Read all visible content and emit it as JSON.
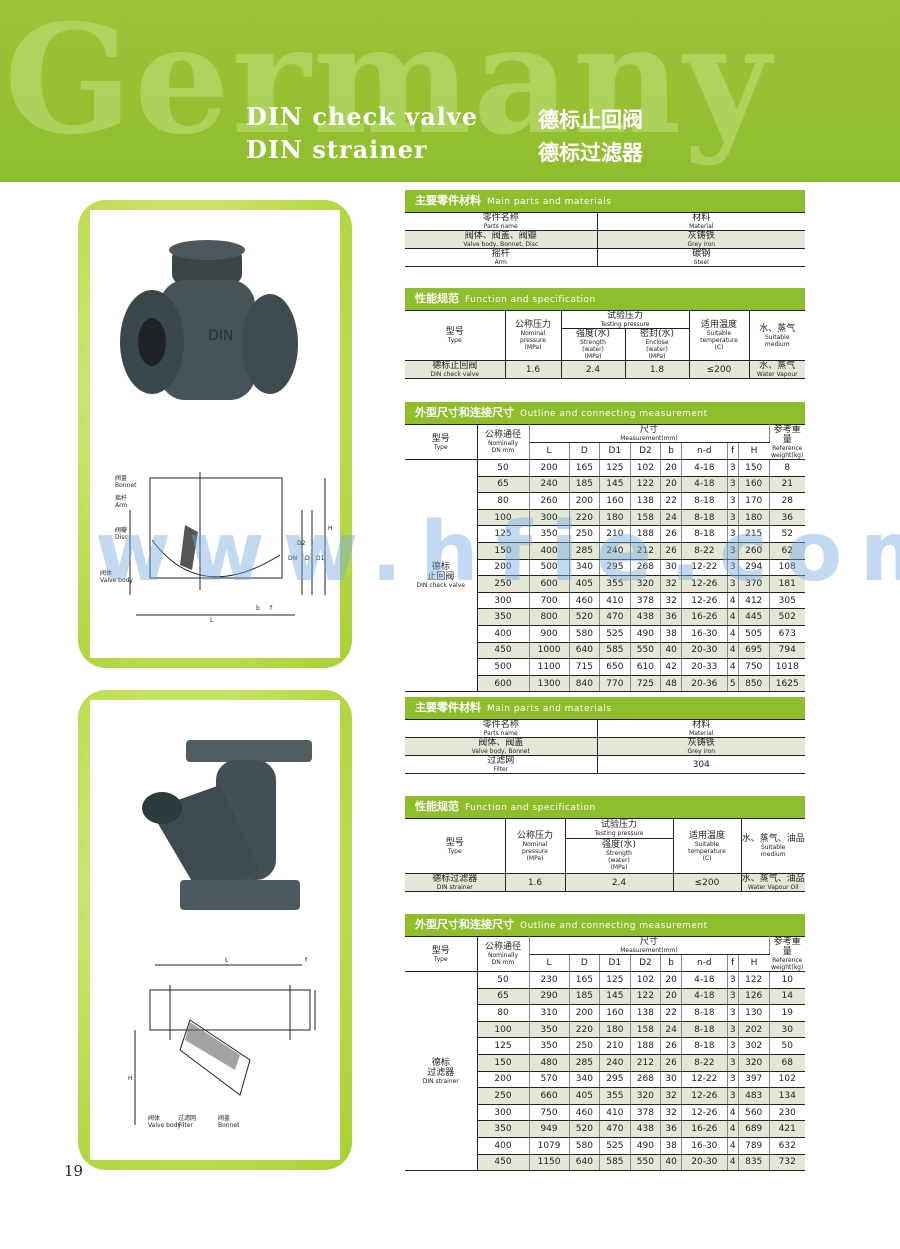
{
  "header": {
    "bigword": "Germany",
    "title_en_1": "DIN check valve",
    "title_en_2": "DIN strainer",
    "title_cn_1": "德标止回阀",
    "title_cn_2": "德标过滤器"
  },
  "watermark": "www.hfie.com",
  "page_number": "19",
  "check": {
    "parts": {
      "bar_cn": "主要零件材料",
      "bar_en": "Main parts and materials",
      "h1_cn": "零件名称",
      "h1_en": "Parts name",
      "h2_cn": "材料",
      "h2_en": "Material",
      "rows": [
        {
          "cn": "阀体、阀盖、阀瓣",
          "en": "Valve body, Bonnet, Disc",
          "mat_cn": "灰铸铁",
          "mat_en": "Grey iron"
        },
        {
          "cn": "摇杆",
          "en": "Arm",
          "mat_cn": "碳钢",
          "mat_en": "Steel"
        }
      ]
    },
    "spec": {
      "bar_cn": "性能规范",
      "bar_en": "Function and specification",
      "type_cn": "型号",
      "type_en": "Type",
      "np_cn": "公称压力",
      "np_en1": "Nominal",
      "np_en2": "pressure",
      "np_unit": "(MPa)",
      "tp_cn": "试验压力",
      "tp_en": "Testing pressure",
      "st_cn": "强度(水)",
      "st_en": "Strength",
      "st_w": "(water)",
      "st_u": "(MPa)",
      "se_cn": "密封(水)",
      "se_en": "Enclose",
      "se_w": "(water)",
      "se_u": "(MPa)",
      "temp_cn": "适用温度",
      "temp_en1": "Suitable",
      "temp_en2": "temperature",
      "temp_u": "(C)",
      "med_cn": "水、蒸气",
      "med_en1": "Suitable",
      "med_en2": "medium",
      "name_cn": "德标止回阀",
      "name_en": "DIN check valve",
      "np": "1.6",
      "st": "2.4",
      "se": "1.8",
      "temp": "≤200",
      "med_en": "Water Vapour"
    },
    "dims": {
      "bar_cn": "外型尺寸和连接尺寸",
      "bar_en": "Outline and connecting measurement",
      "type_cn": "型号",
      "type_en": "Type",
      "dn_cn": "公称通径",
      "dn_en": "Nominally",
      "dn_u": "DN mm",
      "meas_cn": "尺寸",
      "meas_en": "Measurement(mm)",
      "w_cn": "参考重量",
      "w_en": "Reference",
      "w_u": "weight(kg)",
      "cols": [
        "L",
        "D",
        "D1",
        "D2",
        "b",
        "n-d",
        "f",
        "H"
      ],
      "type_label_cn1": "德标",
      "type_label_cn2": "止回阀",
      "type_label_en": "DIN check valve",
      "rows": [
        [
          "50",
          "200",
          "165",
          "125",
          "102",
          "20",
          "4-18",
          "3",
          "150",
          "8"
        ],
        [
          "65",
          "240",
          "185",
          "145",
          "122",
          "20",
          "4-18",
          "3",
          "160",
          "21"
        ],
        [
          "80",
          "260",
          "200",
          "160",
          "138",
          "22",
          "8-18",
          "3",
          "170",
          "28"
        ],
        [
          "100",
          "300",
          "220",
          "180",
          "158",
          "24",
          "8-18",
          "3",
          "180",
          "36"
        ],
        [
          "125",
          "350",
          "250",
          "210",
          "188",
          "26",
          "8-18",
          "3",
          "215",
          "52"
        ],
        [
          "150",
          "400",
          "285",
          "240",
          "212",
          "26",
          "8-22",
          "3",
          "260",
          "62"
        ],
        [
          "200",
          "500",
          "340",
          "295",
          "268",
          "30",
          "12-22",
          "3",
          "294",
          "108"
        ],
        [
          "250",
          "600",
          "405",
          "355",
          "320",
          "32",
          "12-26",
          "3",
          "370",
          "181"
        ],
        [
          "300",
          "700",
          "460",
          "410",
          "378",
          "32",
          "12-26",
          "4",
          "412",
          "305"
        ],
        [
          "350",
          "800",
          "520",
          "470",
          "438",
          "36",
          "16-26",
          "4",
          "445",
          "502"
        ],
        [
          "400",
          "900",
          "580",
          "525",
          "490",
          "38",
          "16-30",
          "4",
          "505",
          "673"
        ],
        [
          "450",
          "1000",
          "640",
          "585",
          "550",
          "40",
          "20-30",
          "4",
          "695",
          "794"
        ],
        [
          "500",
          "1100",
          "715",
          "650",
          "610",
          "42",
          "20-33",
          "4",
          "750",
          "1018"
        ],
        [
          "600",
          "1300",
          "840",
          "770",
          "725",
          "48",
          "20-36",
          "5",
          "850",
          "1625"
        ]
      ]
    },
    "drawing_labels": {
      "bonnet_cn": "阀盖",
      "bonnet_en": "Bonnet",
      "arm_cn": "摇杆",
      "arm_en": "Arm",
      "disc_cn": "阀瓣",
      "disc_en": "Disc",
      "body_cn": "阀体",
      "body_en": "Valve body",
      "L": "L",
      "H": "H",
      "DN": "DN",
      "D": "D",
      "D1": "D1",
      "D2": "D2",
      "b": "b",
      "f": "f"
    }
  },
  "strainer": {
    "parts": {
      "bar_cn": "主要零件材料",
      "bar_en": "Main parts and materials",
      "h1_cn": "零件名称",
      "h1_en": "Parts name",
      "h2_cn": "材料",
      "h2_en": "Material",
      "rows": [
        {
          "cn": "阀体、阀盖",
          "en": "Valve body, Bonnet",
          "mat_cn": "灰铸铁",
          "mat_en": "Grey iron"
        },
        {
          "cn": "过滤网",
          "en": "Filter",
          "mat_cn": "304",
          "mat_en": ""
        }
      ]
    },
    "spec": {
      "bar_cn": "性能规范",
      "bar_en": "Function and specification",
      "type_cn": "型号",
      "type_en": "Type",
      "np_cn": "公称压力",
      "np_en1": "Nominal",
      "np_en2": "pressure",
      "np_unit": "(MPa)",
      "tp_cn": "试验压力",
      "tp_en": "Testing pressure",
      "st_cn": "强度(水)",
      "st_en": "Strength",
      "st_w": "(water)",
      "st_u": "(MPa)",
      "temp_cn": "适用温度",
      "temp_en1": "Suitable",
      "temp_en2": "temperature",
      "temp_u": "(C)",
      "med_cn": "水、蒸气、油品",
      "med_en1": "Suitable",
      "med_en2": "medium",
      "name_cn": "德标过滤器",
      "name_en": "DIN strainer",
      "np": "1.6",
      "st": "2.4",
      "temp": "≤200",
      "med_en": "Water Vapour Oil"
    },
    "dims": {
      "bar_cn": "外型尺寸和连接尺寸",
      "bar_en": "Outline and connecting measurement",
      "type_cn": "型号",
      "type_en": "Type",
      "dn_cn": "公称通径",
      "dn_en": "Nominally",
      "dn_u": "DN mm",
      "meas_cn": "尺寸",
      "meas_en": "Measurement(mm)",
      "w_cn": "参考重量",
      "w_en": "Reference",
      "w_u": "weight(kg)",
      "cols": [
        "L",
        "D",
        "D1",
        "D2",
        "b",
        "n-d",
        "f",
        "H"
      ],
      "type_label_cn1": "德标",
      "type_label_cn2": "过滤器",
      "type_label_en": "DIN strainer",
      "rows": [
        [
          "50",
          "230",
          "165",
          "125",
          "102",
          "20",
          "4-18",
          "3",
          "122",
          "10"
        ],
        [
          "65",
          "290",
          "185",
          "145",
          "122",
          "20",
          "4-18",
          "3",
          "126",
          "14"
        ],
        [
          "80",
          "310",
          "200",
          "160",
          "138",
          "22",
          "8-18",
          "3",
          "130",
          "19"
        ],
        [
          "100",
          "350",
          "220",
          "180",
          "158",
          "24",
          "8-18",
          "3",
          "202",
          "30"
        ],
        [
          "125",
          "350",
          "250",
          "210",
          "188",
          "26",
          "8-18",
          "3",
          "302",
          "50"
        ],
        [
          "150",
          "480",
          "285",
          "240",
          "212",
          "26",
          "8-22",
          "3",
          "320",
          "68"
        ],
        [
          "200",
          "570",
          "340",
          "295",
          "268",
          "30",
          "12-22",
          "3",
          "397",
          "102"
        ],
        [
          "250",
          "660",
          "405",
          "355",
          "320",
          "32",
          "12-26",
          "3",
          "483",
          "134"
        ],
        [
          "300",
          "750",
          "460",
          "410",
          "378",
          "32",
          "12-26",
          "4",
          "560",
          "230"
        ],
        [
          "350",
          "949",
          "520",
          "470",
          "438",
          "36",
          "16-26",
          "4",
          "689",
          "421"
        ],
        [
          "400",
          "1079",
          "580",
          "525",
          "490",
          "38",
          "16-30",
          "4",
          "789",
          "632"
        ],
        [
          "450",
          "1150",
          "640",
          "585",
          "550",
          "40",
          "20-30",
          "4",
          "835",
          "732"
        ]
      ]
    },
    "drawing_labels": {
      "L": "L",
      "H": "H",
      "f": "f",
      "body_cn": "阀体",
      "body_en": "Valve body",
      "filter_cn": "过滤网",
      "filter_en": "Filter",
      "bonnet_cn": "阀盖",
      "bonnet_en": "Bonnet"
    }
  }
}
